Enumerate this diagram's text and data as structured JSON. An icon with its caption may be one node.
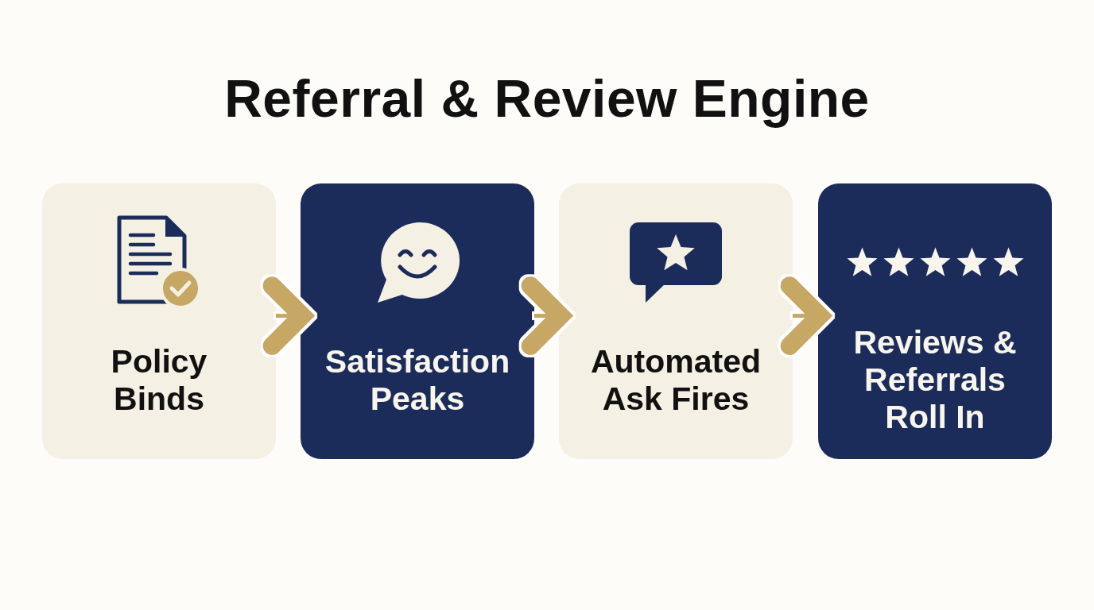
{
  "diagram": {
    "title": "Referral & Review Engine",
    "nodes": [
      {
        "text": [
          "Policy Binds"
        ]
      },
      {
        "text": [
          "Satisfaction Peaks"
        ]
      },
      {
        "text": [
          "Automated Ask Fires"
        ]
      },
      {
        "text": [
          "Reviews & Referrals Roll In"
        ]
      }
    ],
    "edges": [
      {
        "from": 0,
        "to": 1,
        "arrow": "to"
      },
      {
        "from": 1,
        "to": 2,
        "arrow": "to"
      },
      {
        "from": 2,
        "to": 3,
        "arrow": "to"
      }
    ]
  }
}
